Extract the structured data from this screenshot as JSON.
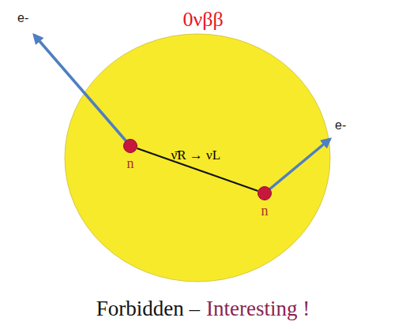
{
  "diagram": {
    "title": "0νββ",
    "caption": "Forbidden –",
    "nodes": [
      {
        "text": [
          "n"
        ]
      },
      {
        "text": [
          "n"
        ]
      }
    ],
    "edges": [
      {
        "from": 0,
        "to": 1,
        "arrow": "none",
        "label": "ν̄R → νL"
      }
    ],
    "labels": [
      "e-",
      "e-",
      "Interesting !"
    ]
  }
}
